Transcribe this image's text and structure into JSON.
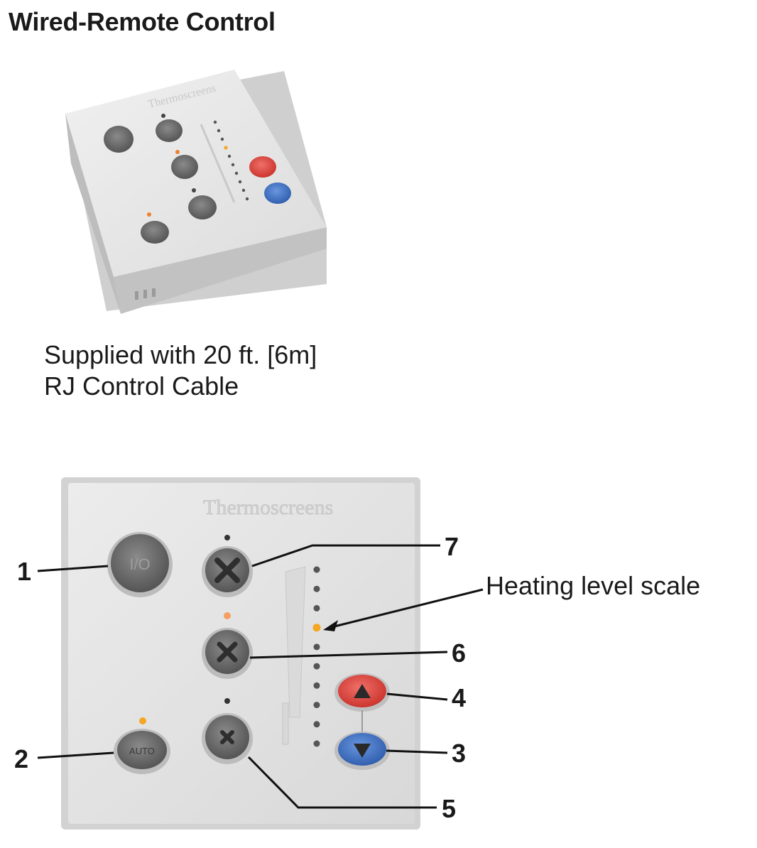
{
  "title": "Wired-Remote Control",
  "caption": {
    "line1": "Supplied with 20 ft. [6m]",
    "line2": "RJ Control Cable"
  },
  "device": {
    "brand": "Thermoscreens",
    "power_button_label": "I/O",
    "auto_button_label": "AUTO",
    "fan_button_symbol": "✕",
    "up_arrow_symbol": "▲",
    "down_arrow_symbol": "▼",
    "scale_led_count": 10,
    "active_scale_led": 4
  },
  "callouts": {
    "c1": "1",
    "c2": "2",
    "c3": "3",
    "c4": "4",
    "c5": "5",
    "c6": "6",
    "c7": "7",
    "heating_scale": "Heating level scale"
  },
  "colors": {
    "panel": "#e4e4e4",
    "button_gray": "#6e6e6e",
    "up_red": "#e04a44",
    "down_blue": "#3f72c4",
    "led_on": "#f5a623"
  }
}
